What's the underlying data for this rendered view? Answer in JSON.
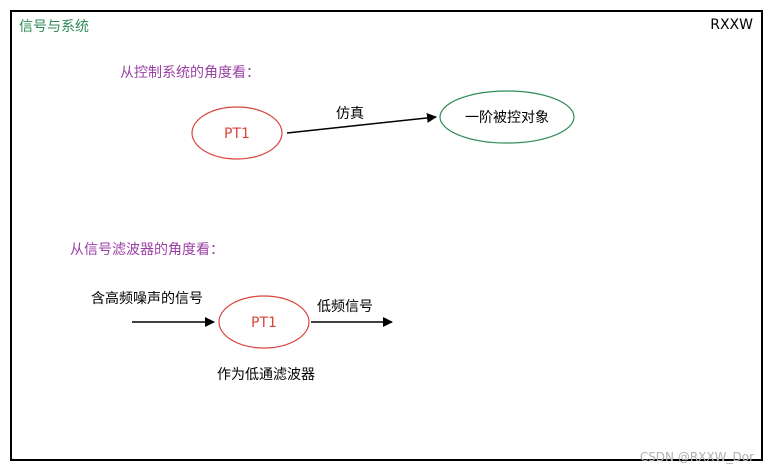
{
  "header": {
    "title": "信号与系统",
    "brand": "RXXW"
  },
  "sections": {
    "control_view": "从控制系统的角度看：",
    "filter_view": "从信号滤波器的角度看："
  },
  "diagram1": {
    "source_node": "PT1",
    "edge_label": "仿真",
    "target_node": "一阶被控对象"
  },
  "diagram2": {
    "input_label": "含高频噪声的信号",
    "node": "PT1",
    "output_label": "低频信号",
    "caption": "作为低通滤波器"
  },
  "watermark": "CSDN @RXXW_Dor",
  "colors": {
    "title": "#2e8b57",
    "section": "#9b3fa6",
    "pt1": "#d9433a",
    "target": "#2e8b57"
  }
}
